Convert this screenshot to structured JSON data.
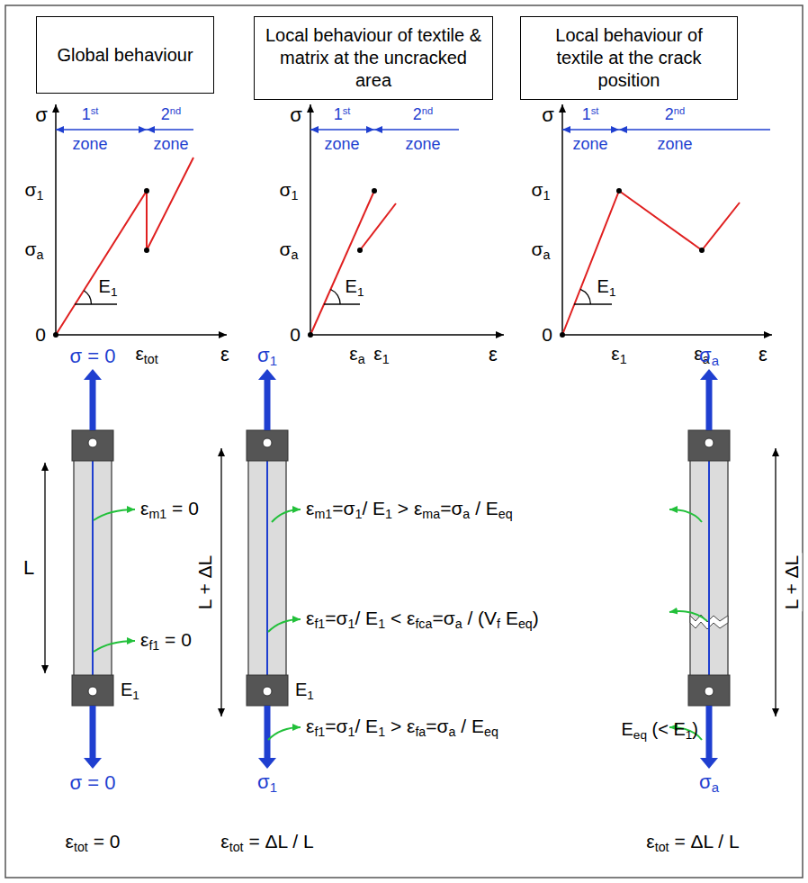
{
  "diagram": {
    "nodes": [
      {
        "text": [
          "Global behaviour"
        ]
      },
      {
        "text": [
          "Local behaviour of textile & matrix at the uncracked area"
        ]
      },
      {
        "text": [
          "Local behaviour of textile at the crack position"
        ]
      }
    ],
    "labels": [
      "σ",
      "1st",
      "zone",
      "2nd",
      "zone",
      "σ1",
      "σa",
      "E1",
      "0",
      "εtot",
      "ε",
      "σ",
      "1st",
      "zone",
      "2nd",
      "zone",
      "σ1",
      "σa",
      "E1",
      "0",
      "εa",
      "ε1",
      "ε",
      "σ",
      "1st",
      "zone",
      "2nd",
      "zone",
      "σ1",
      "σa",
      "E1",
      "0",
      "ε1",
      "εa",
      "ε",
      "σ = 0",
      "L",
      "εm1 = 0",
      "εf1 = 0",
      "E1",
      "σ = 0",
      "εtot = 0",
      "σ1",
      "L + ΔL",
      "εm1=σ1/ E1 > εma=σa / Eeq",
      "εf1=σ1/ E1 < εfca=σa / (Vf Eeq)",
      "εf1=σ1/ E1 > εfa=σa / Eeq",
      "E1",
      "σ1",
      "εtot = ΔL / L",
      "σa",
      "L + ΔL",
      "Eeq (< E1)",
      "σa",
      "εtot = ΔL / L"
    ]
  }
}
